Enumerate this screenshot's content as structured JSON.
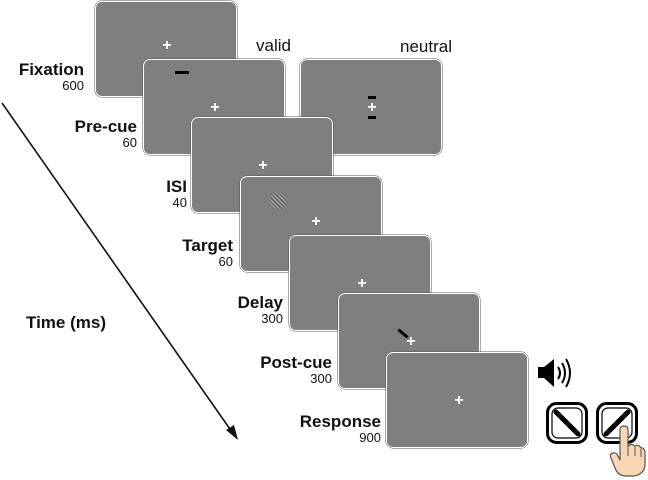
{
  "headers": {
    "valid": "valid",
    "neutral": "neutral"
  },
  "time_axis": {
    "label": "Time (ms)"
  },
  "fixation_symbol": "+",
  "stages": [
    {
      "name": "Fixation",
      "duration": "600"
    },
    {
      "name": "Pre-cue",
      "duration": "60"
    },
    {
      "name": "ISI",
      "duration": "40"
    },
    {
      "name": "Target",
      "duration": "60"
    },
    {
      "name": "Delay",
      "duration": "300"
    },
    {
      "name": "Post-cue",
      "duration": "300"
    },
    {
      "name": "Response",
      "duration": "900"
    }
  ],
  "icons": {
    "sound": "speaker-icon",
    "left_key": "backslash-key-icon",
    "right_key": "slash-key-icon",
    "hand": "pointing-hand-icon"
  }
}
